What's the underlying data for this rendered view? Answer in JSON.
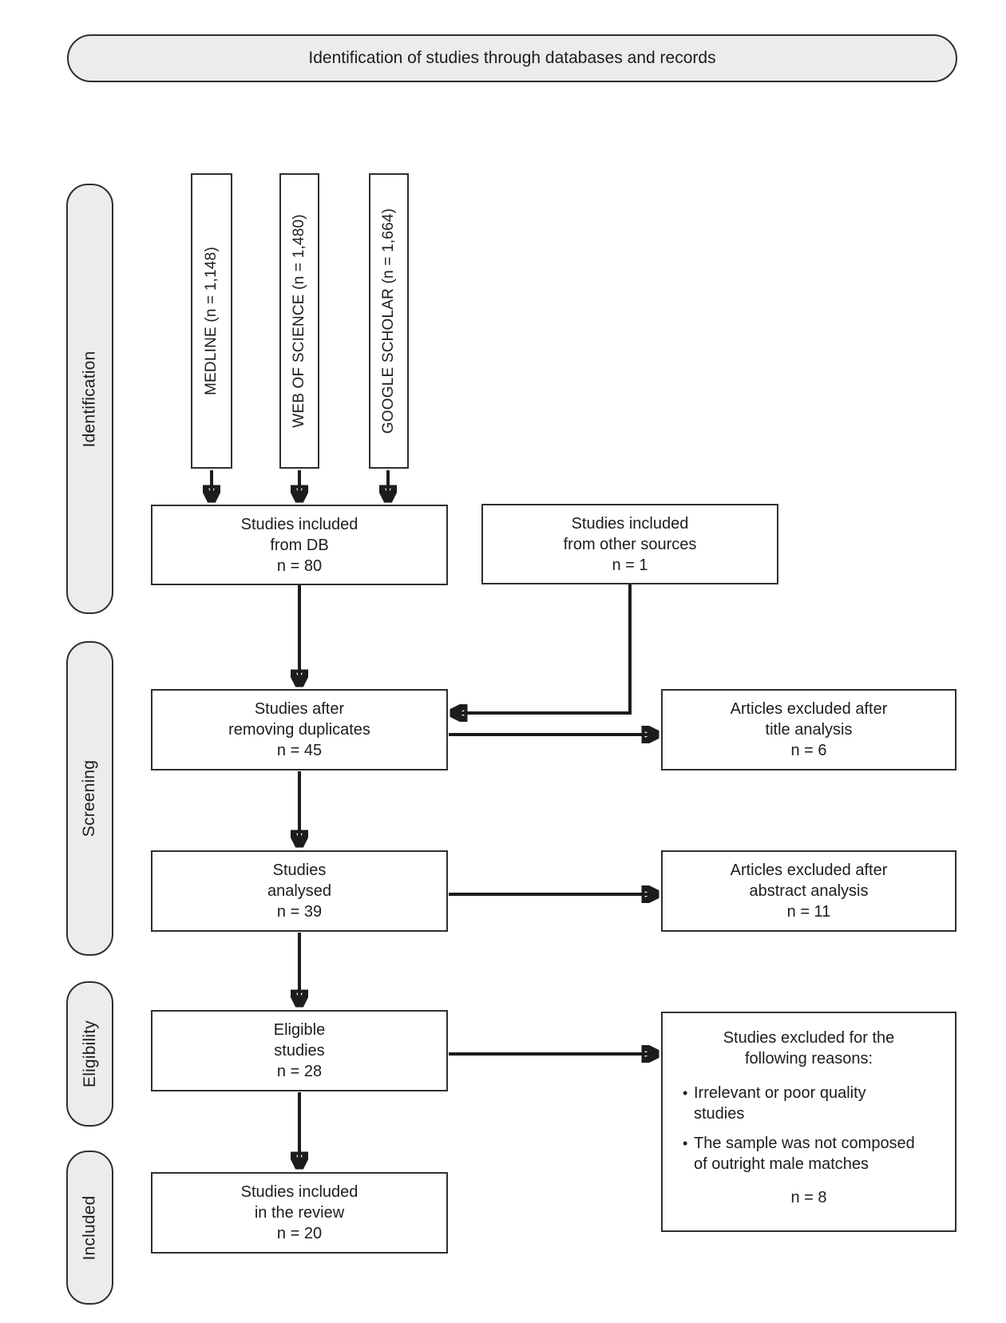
{
  "title": "Identification of studies through databases and records",
  "stages": {
    "identification": "Identification",
    "screening": "Screening",
    "eligibility": "Eligibility",
    "included": "Included"
  },
  "sources": {
    "medline": "MEDLINE (n = 1,148)",
    "web_of_science": "WEB OF SCIENCE (n = 1,480)",
    "google_scholar": "GOOGLE SCHOLAR (n = 1,664)"
  },
  "boxes": {
    "included_from_db": "Studies included\nfrom DB\nn = 80",
    "included_other_sources": "Studies included\nfrom other sources\nn = 1",
    "after_removing_duplicates": "Studies after\nremoving duplicates\nn = 45",
    "studies_analysed": "Studies\nanalysed\nn = 39",
    "eligible_studies": "Eligible\nstudies\nn = 28",
    "included_in_review": "Studies included\nin the review\nn = 20",
    "excluded_title": "Articles excluded after\ntitle analysis\nn = 6",
    "excluded_abstract": "Articles excluded after\nabstract analysis\nn = 11",
    "excluded_reasons": {
      "heading": "Studies excluded for the\nfollowing reasons:",
      "bullets": [
        "Irrelevant or poor quality\nstudies",
        "The sample was not composed\nof outright male matches"
      ],
      "count": "n = 8"
    }
  }
}
